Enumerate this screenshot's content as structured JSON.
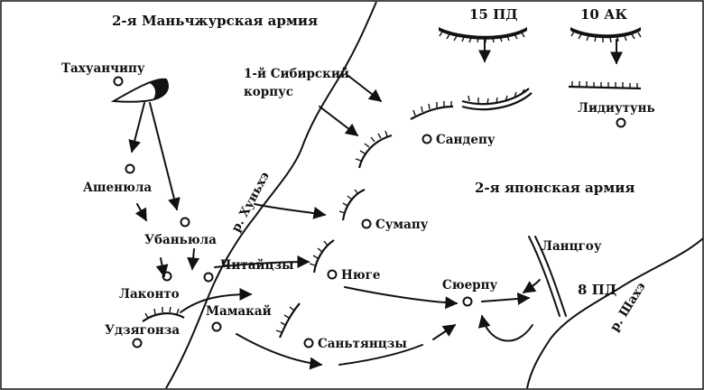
{
  "map": {
    "armies": {
      "manchurian_army_2": "2-я Маньчжурская армия",
      "japanese_army_2": "2-я японская армия"
    },
    "units": {
      "pd15": "15 ПД",
      "ak10": "10 АК",
      "siberian_corps_1_line1": "1-й Сибирский",
      "siberian_corps_1_line2": "корпус",
      "pd8": "8 ПД"
    },
    "rivers": {
      "hunhe": "р. Хуньхэ",
      "shahe": "р. Шахэ"
    },
    "places": {
      "takhuanchipu": "Тахуанчипу",
      "ashenyula": "Ашенюла",
      "ubanyula": "Убаньюла",
      "lakonto": "Лаконто",
      "udzyagonza": "Удзягонза",
      "chitaytsy": "Читайцзы",
      "mamakay": "Мамакай",
      "nyuge": "Нюге",
      "sumapu": "Сумапу",
      "sandepu": "Сандепу",
      "lidiutun": "Лидиутунь",
      "lantsgou": "Ланцгоу",
      "syuerpu": "Сюерпу",
      "santyantsy": "Саньтянцзы"
    }
  }
}
